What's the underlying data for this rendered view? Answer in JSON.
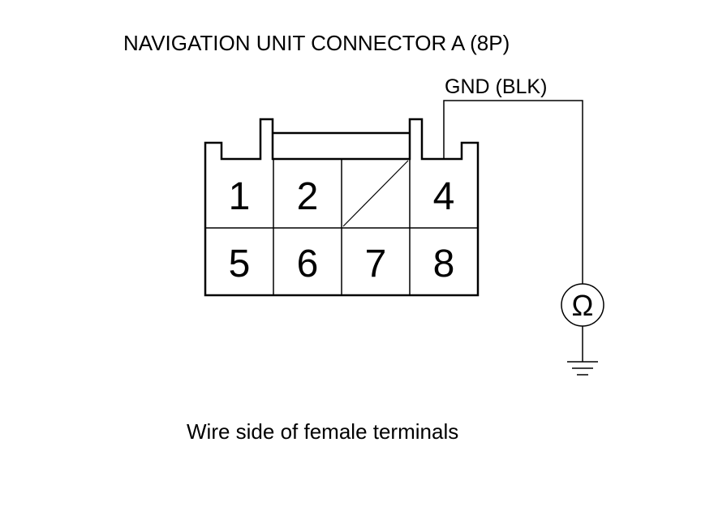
{
  "diagram": {
    "title": "NAVIGATION UNIT CONNECTOR A (8P)",
    "wire_label": "GND (BLK)",
    "caption": "Wire side of female terminals",
    "meter_symbol": "Ω",
    "ground_symbol": "ground-icon",
    "connector": {
      "rows": [
        [
          {
            "label": "1",
            "empty": false
          },
          {
            "label": "2",
            "empty": false
          },
          {
            "label": "",
            "empty": true
          },
          {
            "label": "4",
            "empty": false
          }
        ],
        [
          {
            "label": "5",
            "empty": false
          },
          {
            "label": "6",
            "empty": false
          },
          {
            "label": "7",
            "empty": false
          },
          {
            "label": "8",
            "empty": false
          }
        ]
      ],
      "probed_terminal": "4"
    }
  }
}
